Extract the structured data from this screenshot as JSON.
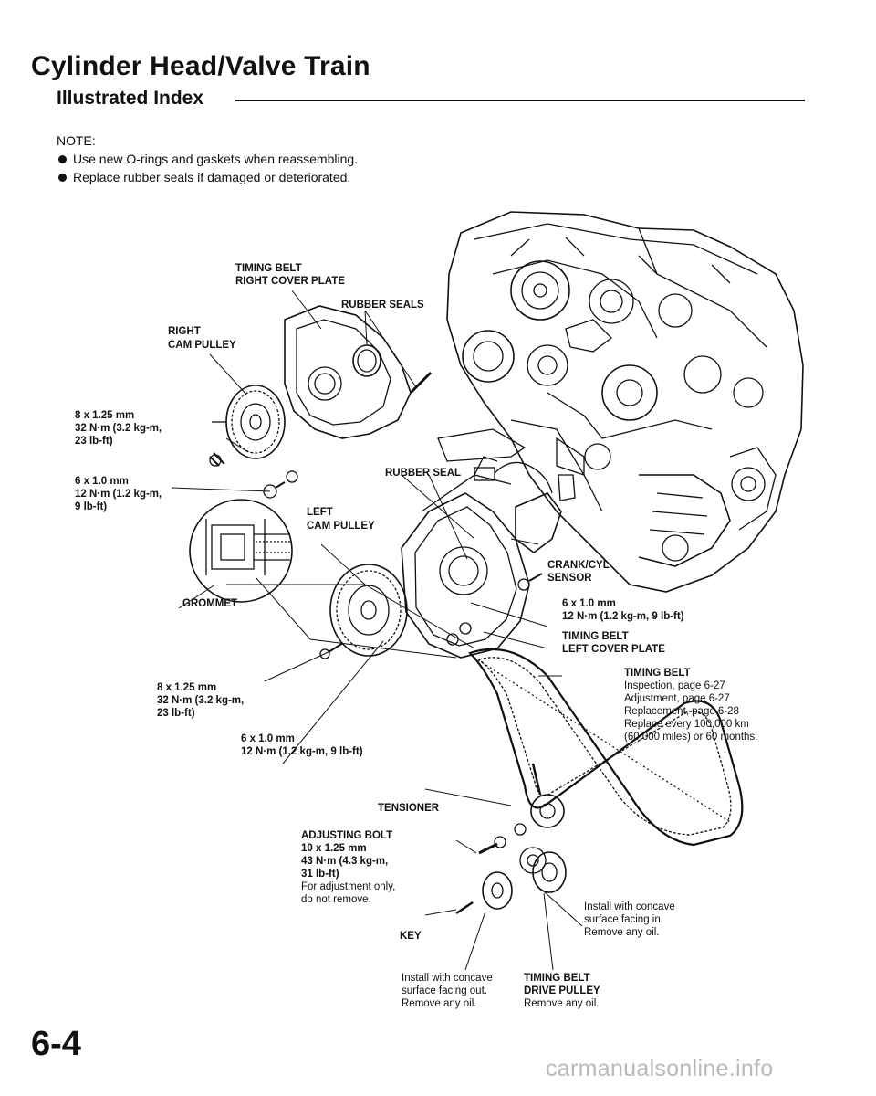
{
  "header": {
    "title": "Cylinder Head/Valve Train",
    "subtitle": "Illustrated Index"
  },
  "note": {
    "label": "NOTE:",
    "items": [
      "Use new O-rings and gaskets when reassembling.",
      "Replace rubber seals  if damaged or deteriorated."
    ]
  },
  "callouts": {
    "right_cover_plate": [
      "TIMING BELT",
      "RIGHT COVER PLATE"
    ],
    "rubber_seals": [
      "RUBBER SEALS"
    ],
    "right_cam_pulley": [
      "RIGHT",
      "CAM PULLEY"
    ],
    "bolt_8x125_top": [
      "8 x 1.25 mm",
      "32 N·m (3.2 kg-m,",
      "23 lb-ft)"
    ],
    "bolt_6x10_left": [
      "6 x 1.0 mm",
      "12 N·m (1.2 kg-m,",
      "9 lb-ft)"
    ],
    "rubber_seal": [
      "RUBBER SEAL"
    ],
    "left_cam_pulley": [
      "LEFT",
      "CAM PULLEY"
    ],
    "crank_cyl_sensor": [
      "CRANK/CYL",
      "SENSOR"
    ],
    "grommet": [
      "GROMMET"
    ],
    "bolt_6x10_right": [
      "6 x 1.0 mm",
      "12 N·m (1.2 kg-m, 9 lb-ft)"
    ],
    "left_cover_plate": [
      "TIMING BELT",
      "LEFT COVER PLATE"
    ],
    "timing_belt": [
      "TIMING BELT",
      "Inspection, page 6-27",
      "Adjustment, page 6-27",
      "Replacement, page 6-28",
      "Replace every 100,000 km",
      "(60,000 miles) or 60 months."
    ],
    "bolt_8x125_mid": [
      "8 x 1.25 mm",
      "32 N·m (3.2 kg-m,",
      "23 lb-ft)"
    ],
    "bolt_6x10_mid": [
      "6 x 1.0 mm",
      "12 N·m (1.2 kg-m, 9 lb-ft)"
    ],
    "tensioner": [
      "TENSIONER"
    ],
    "adjusting_bolt": [
      "ADJUSTING BOLT",
      "10 x 1.25 mm",
      "43 N·m (4.3 kg-m,",
      "31 lb-ft)",
      "For adjustment only,",
      "do not remove."
    ],
    "install_concave_in": [
      "Install with concave",
      "surface facing in.",
      "Remove any oil."
    ],
    "key": [
      "KEY"
    ],
    "install_concave_out": [
      "Install with concave",
      "surface facing out.",
      "Remove any oil."
    ],
    "drive_pulley": [
      "TIMING BELT",
      "DRIVE PULLEY",
      "Remove any oil."
    ]
  },
  "footer": {
    "page_number": "6-4",
    "watermark": "carmanualsonline.info"
  }
}
